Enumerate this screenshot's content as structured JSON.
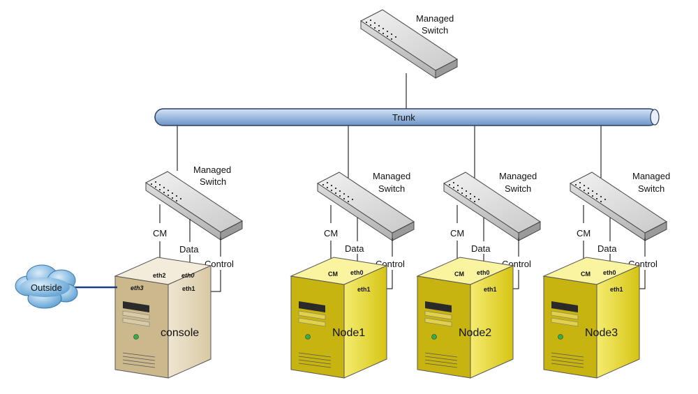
{
  "top_switch": {
    "label_line1": "Managed",
    "label_line2": "Switch"
  },
  "trunk": {
    "label": "Trunk"
  },
  "cloud": {
    "label": "Outside"
  },
  "groups": [
    {
      "switch": {
        "label_line1": "Managed",
        "label_line2": "Switch"
      },
      "links": {
        "cm": "CM",
        "data": "Data",
        "control": "Control"
      },
      "ports": {
        "a": "eth2",
        "b": "eth0",
        "c": "eth1",
        "ext": "eth3"
      },
      "server": {
        "name": "console"
      }
    },
    {
      "switch": {
        "label_line1": "Managed",
        "label_line2": "Switch"
      },
      "links": {
        "cm": "CM",
        "data": "Data",
        "control": "Control"
      },
      "ports": {
        "a": "CM",
        "b": "eth0",
        "c": "eth1"
      },
      "server": {
        "name": "Node1"
      }
    },
    {
      "switch": {
        "label_line1": "Managed",
        "label_line2": "Switch"
      },
      "links": {
        "cm": "CM",
        "data": "Data",
        "control": "Control"
      },
      "ports": {
        "a": "CM",
        "b": "eth0",
        "c": "eth1"
      },
      "server": {
        "name": "Node2"
      }
    },
    {
      "switch": {
        "label_line1": "Managed",
        "label_line2": "Switch"
      },
      "links": {
        "cm": "CM",
        "data": "Data",
        "control": "Control"
      },
      "ports": {
        "a": "CM",
        "b": "eth0",
        "c": "eth1"
      },
      "server": {
        "name": "Node3"
      }
    }
  ],
  "colors": {
    "trunk": "#b8cce8",
    "console_server": "#e8dcc0",
    "node_server": "#f0e040",
    "cloud": "#7ab6e0",
    "cloud_link": "#1f3d7a"
  }
}
